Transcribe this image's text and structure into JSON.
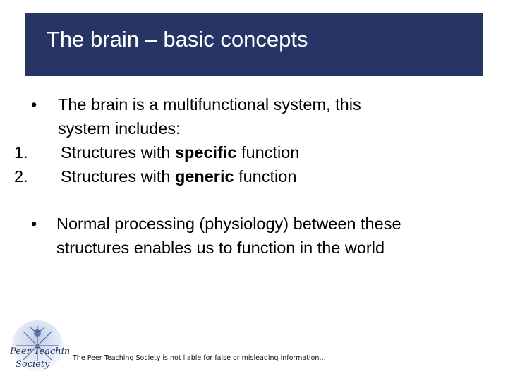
{
  "title": "The brain – basic concepts",
  "bullets": [
    {
      "marker": "•",
      "lines": [
        "The brain is a multifunctional system, this",
        "system includes:"
      ]
    }
  ],
  "numbered": [
    {
      "marker": "1.",
      "before": "Structures with ",
      "bold": "specific",
      "after": " function"
    },
    {
      "marker": "2.",
      "before": "Structures with ",
      "bold": "generic",
      "after": " function"
    }
  ],
  "bullets2": [
    {
      "marker": "•",
      "lines": [
        "Normal processing (physiology) between these",
        "structures enables us to function in the world"
      ]
    }
  ],
  "logo": {
    "text_line1": "Peer Teaching",
    "text_line2": "Society",
    "icon": "brain-logo-icon"
  },
  "footer": {
    "disclaimer": "The Peer Teaching Society is not liable for false or misleading information…"
  },
  "colors": {
    "title_bar": "#273466",
    "title_text": "#ffffff"
  }
}
